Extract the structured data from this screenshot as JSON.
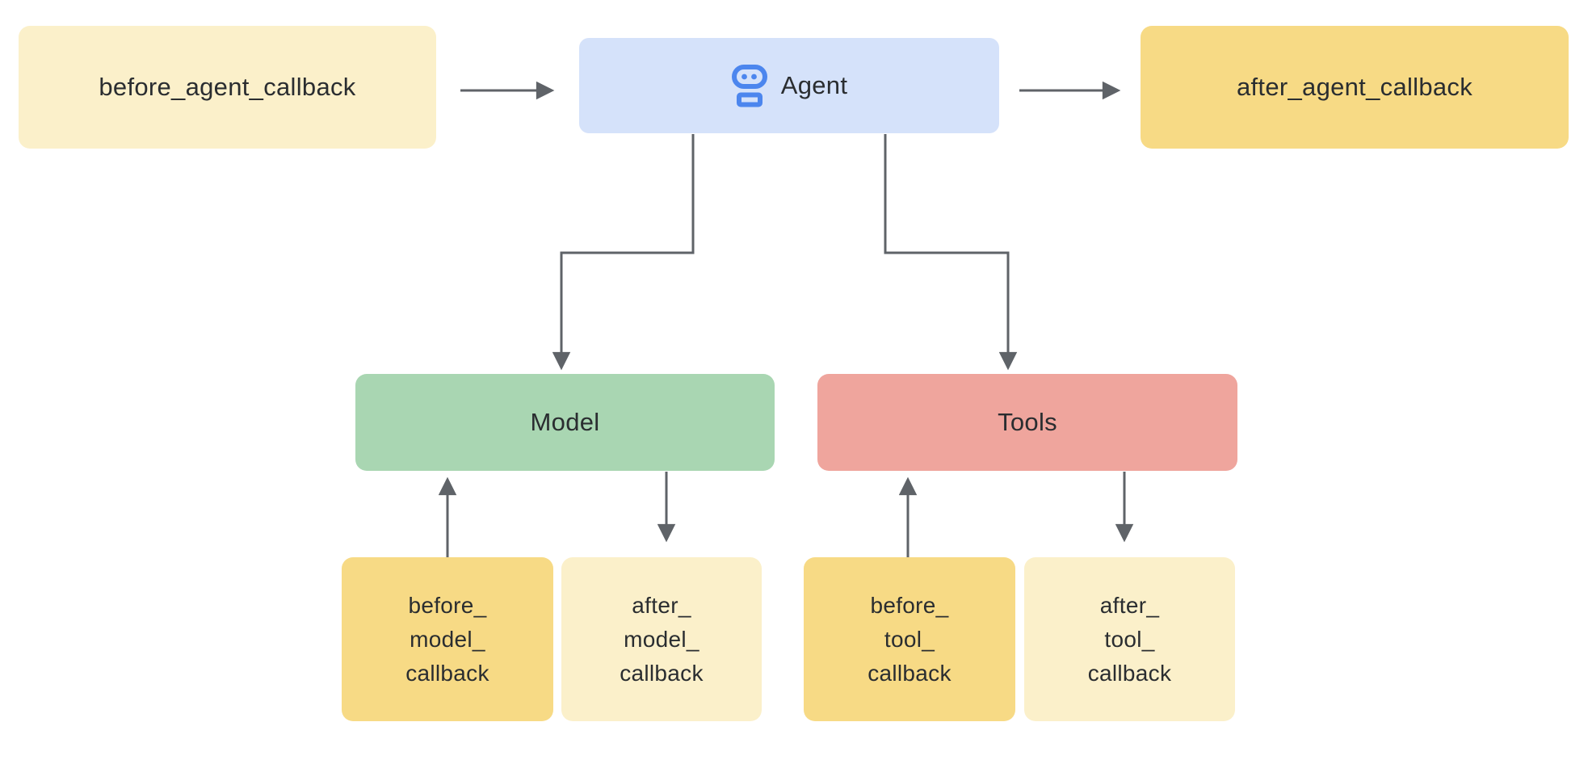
{
  "nodes": {
    "before_agent": {
      "label": "before_agent_callback"
    },
    "agent": {
      "label": "Agent",
      "icon": "robot-icon"
    },
    "after_agent": {
      "label": "after_agent_callback"
    },
    "model": {
      "label": "Model"
    },
    "tools": {
      "label": "Tools"
    },
    "before_model": {
      "lines": [
        "before_",
        "model_",
        "callback"
      ]
    },
    "after_model": {
      "lines": [
        "after_",
        "model_",
        "callback"
      ]
    },
    "before_tool": {
      "lines": [
        "before_",
        "tool_",
        "callback"
      ]
    },
    "after_tool": {
      "lines": [
        "after_",
        "tool_",
        "callback"
      ]
    }
  },
  "edges": [
    {
      "from": "before_agent_callback",
      "to": "Agent"
    },
    {
      "from": "Agent",
      "to": "after_agent_callback"
    },
    {
      "from": "Agent",
      "to": "Model"
    },
    {
      "from": "Agent",
      "to": "Tools"
    },
    {
      "from": "before_model_callback",
      "to": "Model"
    },
    {
      "from": "Model",
      "to": "after_model_callback"
    },
    {
      "from": "before_tool_callback",
      "to": "Tools"
    },
    {
      "from": "Tools",
      "to": "after_tool_callback"
    }
  ],
  "colors": {
    "agent_fill": "#D5E2FA",
    "agent_icon": "#4C86EE",
    "light_yellow_fill": "#FBF0CA",
    "gold_fill": "#F7DA85",
    "model_fill": "#A9D6B2",
    "tools_fill": "#EFA59D",
    "arrow": "#5F6368",
    "text": "#2A2D30"
  }
}
